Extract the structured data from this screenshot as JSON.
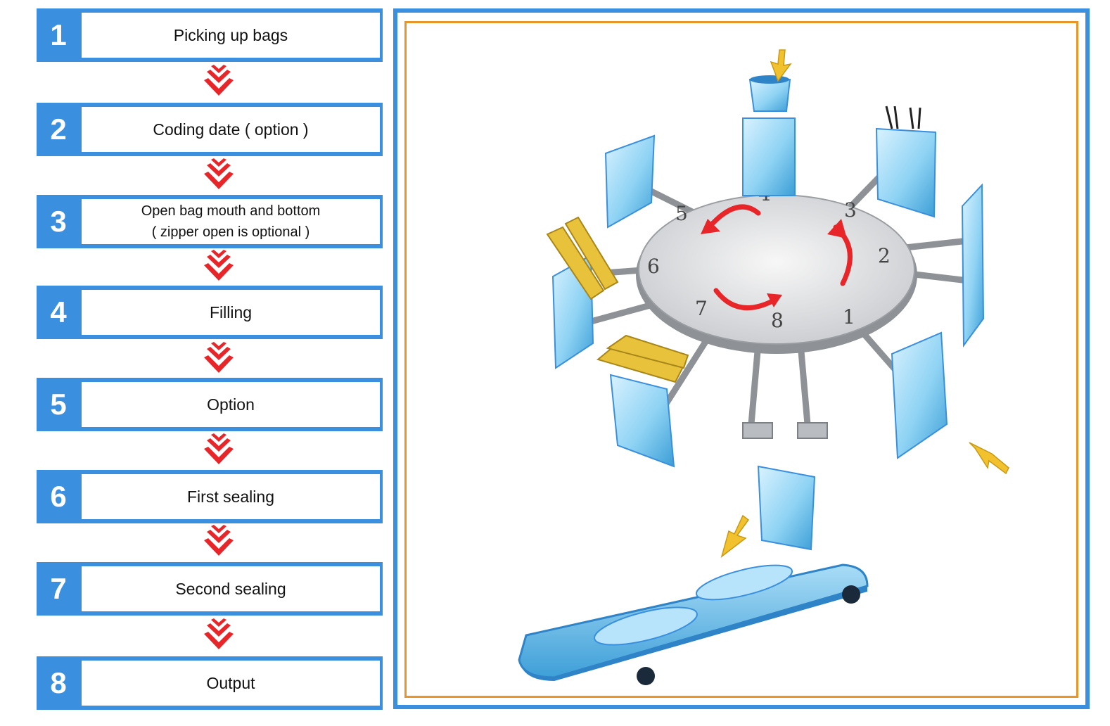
{
  "steps": [
    {
      "num": "1",
      "label": "Picking up bags"
    },
    {
      "num": "2",
      "label": "Coding date  ( option )"
    },
    {
      "num": "3",
      "label_line1": "Open bag mouth and bottom",
      "label_line2": "( zipper open is optional )"
    },
    {
      "num": "4",
      "label": "Filling"
    },
    {
      "num": "5",
      "label": "Option"
    },
    {
      "num": "6",
      "label": "First sealing"
    },
    {
      "num": "7",
      "label": "Second sealing"
    },
    {
      "num": "8",
      "label": "Output"
    }
  ],
  "diagram": {
    "station_numbers": [
      "1",
      "2",
      "3",
      "4",
      "5",
      "6",
      "7",
      "8"
    ]
  },
  "colors": {
    "step_blue": "#3a8fde",
    "arrow_red": "#e8262a",
    "frame_orange": "#e8962a",
    "bag_blue": "#6cc4ee",
    "feed_arrow_yellow": "#f2c12e",
    "sealer_yellow": "#e7c23a"
  }
}
